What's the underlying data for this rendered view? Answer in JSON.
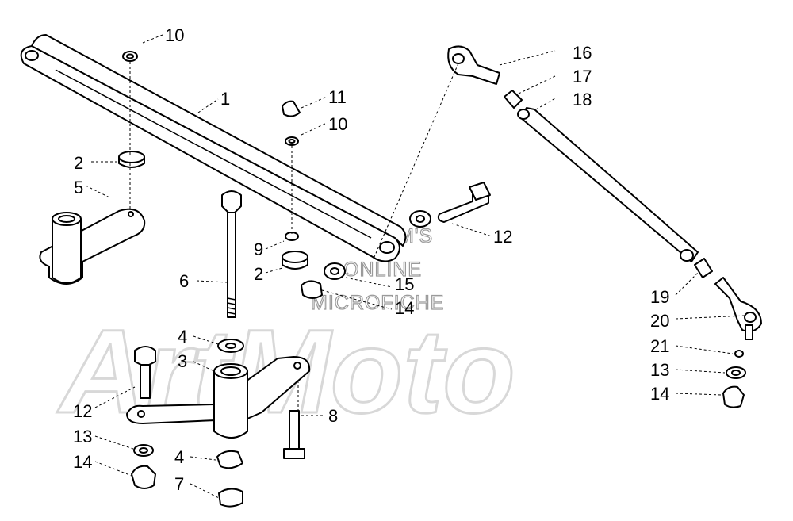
{
  "watermark": {
    "logo": "ArtMoto",
    "lines": [
      "HL-SM'S",
      "ONLINE",
      "MICROFICHE"
    ]
  },
  "callouts": [
    {
      "id": "c10a",
      "label": "10"
    },
    {
      "id": "c1",
      "label": "1"
    },
    {
      "id": "c11",
      "label": "11"
    },
    {
      "id": "c10b",
      "label": "10"
    },
    {
      "id": "c2a",
      "label": "2"
    },
    {
      "id": "c5",
      "label": "5"
    },
    {
      "id": "c9",
      "label": "9"
    },
    {
      "id": "c2b",
      "label": "2"
    },
    {
      "id": "c6",
      "label": "6"
    },
    {
      "id": "c15",
      "label": "15"
    },
    {
      "id": "c14a",
      "label": "14"
    },
    {
      "id": "c12a",
      "label": "12"
    },
    {
      "id": "c4a",
      "label": "4"
    },
    {
      "id": "c3",
      "label": "3"
    },
    {
      "id": "c12b",
      "label": "12"
    },
    {
      "id": "c8",
      "label": "8"
    },
    {
      "id": "c13a",
      "label": "13"
    },
    {
      "id": "c4b",
      "label": "4"
    },
    {
      "id": "c14b",
      "label": "14"
    },
    {
      "id": "c7",
      "label": "7"
    },
    {
      "id": "c16",
      "label": "16"
    },
    {
      "id": "c17",
      "label": "17"
    },
    {
      "id": "c18",
      "label": "18"
    },
    {
      "id": "c19",
      "label": "19"
    },
    {
      "id": "c20",
      "label": "20"
    },
    {
      "id": "c21",
      "label": "21"
    },
    {
      "id": "c13b",
      "label": "13"
    },
    {
      "id": "c14c",
      "label": "14"
    }
  ]
}
